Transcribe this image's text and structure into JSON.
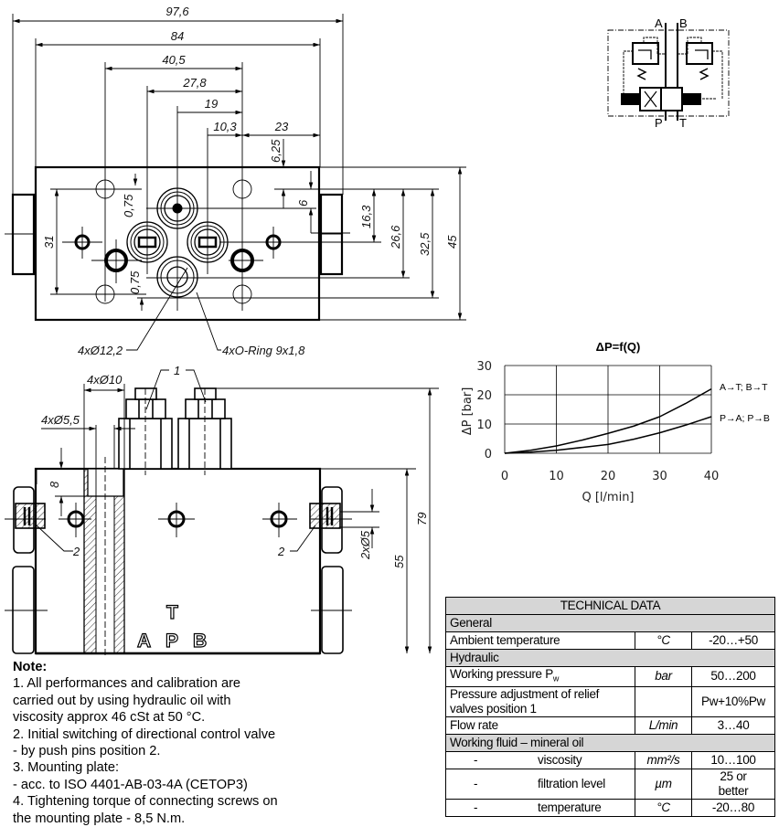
{
  "top_view": {
    "dimensions": [
      "97,6",
      "84",
      "40,5",
      "27,8",
      "19",
      "10,3",
      "23",
      "6,25",
      "6",
      "0,75",
      "0,75",
      "16,3",
      "26,6",
      "32,5",
      "45",
      "31"
    ],
    "callouts": {
      "bore": "4xØ12,2",
      "oring": "4xO-Ring 9x1,8"
    }
  },
  "side_view": {
    "dimensions": {
      "d10": "4xØ10",
      "d55": "4xØ5,5",
      "h8": "8",
      "h79": "79",
      "h55": "55",
      "d5": "2xØ5"
    },
    "callouts": {
      "item1": "1",
      "item2_left": "2",
      "item2_right": "2"
    },
    "port_letters": {
      "t": "T",
      "a": "A",
      "p": "P",
      "b": "B"
    }
  },
  "schematic": {
    "ports": {
      "a": "A",
      "b": "B",
      "p": "P",
      "t": "T"
    }
  },
  "chart_data": {
    "type": "line",
    "title": "ΔP=f(Q)",
    "xlabel": "Q [l/min]",
    "ylabel": "ΔP [bar]",
    "xlim": [
      0,
      40
    ],
    "ylim": [
      0,
      30
    ],
    "xticks": [
      0,
      10,
      20,
      30,
      40
    ],
    "yticks": [
      0,
      10,
      20,
      30
    ],
    "grid": true,
    "series": [
      {
        "name": "A→T; B→T",
        "x": [
          0,
          5,
          10,
          15,
          20,
          25,
          30,
          35,
          40
        ],
        "y": [
          0,
          1,
          2.5,
          4.5,
          6.8,
          9.3,
          12.5,
          17,
          22
        ]
      },
      {
        "name": "P→A; P→B",
        "x": [
          0,
          5,
          10,
          15,
          20,
          25,
          30,
          35,
          40
        ],
        "y": [
          0,
          0.4,
          1,
          2,
          3,
          4.8,
          7,
          9.6,
          12.5
        ]
      }
    ]
  },
  "notes": {
    "title": "Note:",
    "lines": [
      "1. All performances and calibration are",
      "carried out by using hydraulic oil with",
      "viscosity approx 46 cSt at 50 °C.",
      "2. Initial switching of directional control valve",
      "- by push pins position 2.",
      "3. Mounting plate:",
      "- acc. to ISO 4401-AB-03-4A (CETOP3)",
      "4. Tightening torque of connecting screws on",
      "the mounting plate - 8,5 N.m."
    ]
  },
  "technical_data": {
    "title": "TECHNICAL  DATA",
    "general": "General",
    "ambient": {
      "label": "Ambient temperature",
      "unit": "°C",
      "value": "-20…+50"
    },
    "hydraulic": "Hydraulic",
    "pressure": {
      "label": "Working pressure P",
      "sub": "w",
      "unit": "bar",
      "value": "50…200"
    },
    "relief": {
      "label1": "Pressure adjustment of relief",
      "label2": "valves position 1",
      "unit": "",
      "value": "Pw+10%Pw"
    },
    "flow": {
      "label": "Flow rate",
      "unit": "L/min",
      "value": "3…40"
    },
    "fluid": "Working fluid – mineral oil",
    "viscosity": {
      "dash": "-",
      "label": "viscosity",
      "unit": "mm²/s",
      "value": "10…100"
    },
    "filtration": {
      "dash": "-",
      "label": "filtration level",
      "unit": "µm",
      "value1": "25 or",
      "value2": "better"
    },
    "temperature": {
      "dash": "-",
      "label": "temperature",
      "unit": "°C",
      "value": "-20…80"
    }
  }
}
